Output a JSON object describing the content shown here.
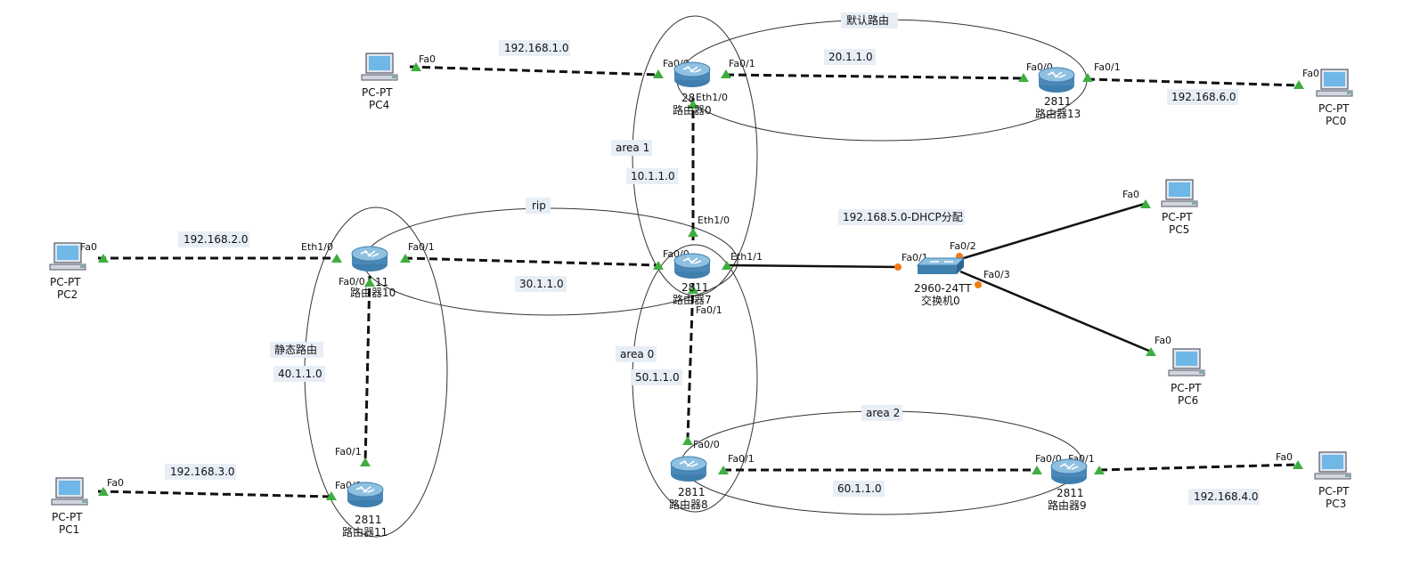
{
  "nodes": {
    "pc4": {
      "type": "PC-PT",
      "name": "PC4"
    },
    "pc0": {
      "type": "PC-PT",
      "name": "PC0"
    },
    "pc2": {
      "type": "PC-PT",
      "name": "PC2"
    },
    "pc1": {
      "type": "PC-PT",
      "name": "PC1"
    },
    "pc5": {
      "type": "PC-PT",
      "name": "PC5"
    },
    "pc6": {
      "type": "PC-PT",
      "name": "PC6"
    },
    "pc3": {
      "type": "PC-PT",
      "name": "PC3"
    },
    "r_top": {
      "model": "28",
      "name": "路由器0"
    },
    "r13": {
      "model": "2811",
      "name": "路由器13"
    },
    "r10": {
      "model": "11",
      "name": "路由器10"
    },
    "r11": {
      "model": "2811",
      "name": "路由器11"
    },
    "r_mid": {
      "model": "2811",
      "name": "路由器7"
    },
    "r8": {
      "model": "2811",
      "name": "路由器8"
    },
    "r9": {
      "model": "2811",
      "name": "路由器9"
    },
    "sw0": {
      "model": "2960-24TT",
      "name": "交换机0"
    }
  },
  "networks": {
    "n1": "192.168.1.0",
    "n20": "20.1.1.0",
    "n6": "192.168.6.0",
    "n2": "192.168.2.0",
    "n30": "30.1.1.0",
    "n10": "10.1.1.0",
    "n40": "40.1.1.0",
    "n3": "192.168.3.0",
    "n5": "192.168.5.0-DHCP分配",
    "n50": "50.1.1.0",
    "n60": "60.1.1.0",
    "n4": "192.168.4.0"
  },
  "areas": {
    "default": "默认路由",
    "rip": "rip",
    "area1": "area 1",
    "area0": "area 0",
    "area2": "area 2",
    "static": "静态路由"
  },
  "ports": {
    "pc4_fa0": "Fa0",
    "rtop_fa00": "Fa0/0",
    "rtop_fa01": "Fa0/1",
    "rtop_eth10": "Eth1/0",
    "r13_fa00": "Fa0/0",
    "r13_fa01": "Fa0/1",
    "pc0_fa0": "Fa0",
    "pc2_fa0": "Fa0",
    "r10_eth10": "Eth1/0",
    "r10_fa01": "Fa0/1",
    "r10_fa00": "Fa0/0",
    "rmid_eth10": "Eth1/0",
    "rmid_fa00": "Fa0/0",
    "rmid_eth11": "Eth1/1",
    "rmid_fa01": "Fa0/1",
    "sw_fa01": "Fa0/1",
    "sw_fa02": "Fa0/2",
    "sw_fa03": "Fa0/3",
    "pc5_fa0": "Fa0",
    "pc6_fa0": "Fa0",
    "r11_fa01": "Fa0/1",
    "r11_fa00": "Fa0/0",
    "pc1_fa0": "Fa0",
    "r8_fa00": "Fa0/0",
    "r8_fa01": "Fa0/1",
    "r9_fa00": "Fa0/0",
    "r9_fa01": "Fa0/1",
    "pc3_fa0": "Fa0"
  },
  "colors": {
    "link_up": "#3fae3f",
    "link_amber": "#f07c14",
    "device_blue": "#4a88b8",
    "pc_screen": "#6fb7e6"
  }
}
